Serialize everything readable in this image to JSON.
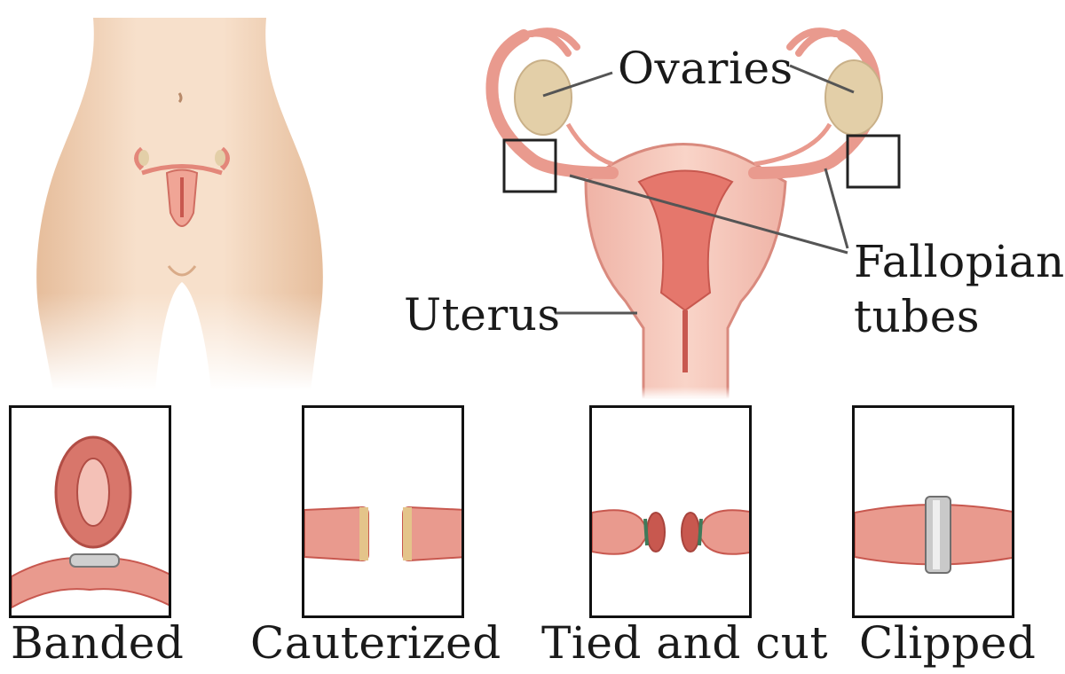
{
  "labels": {
    "ovaries": "Ovaries",
    "fallopian_line1": "Fallopian",
    "fallopian_line2": "tubes",
    "uterus": "Uterus"
  },
  "methods": [
    {
      "label": "Banded",
      "icon": "band-icon"
    },
    {
      "label": "Cauterized",
      "icon": "cauterize-icon"
    },
    {
      "label": "Tied and cut",
      "icon": "tie-icon"
    },
    {
      "label": "Clipped",
      "icon": "clip-icon"
    }
  ],
  "colors": {
    "skin": "#f0d2b6",
    "tissue": "#e99a8e",
    "tissue_dark": "#c8584f",
    "ovary": "#e3cfa8",
    "band": "#b8b8b8"
  }
}
